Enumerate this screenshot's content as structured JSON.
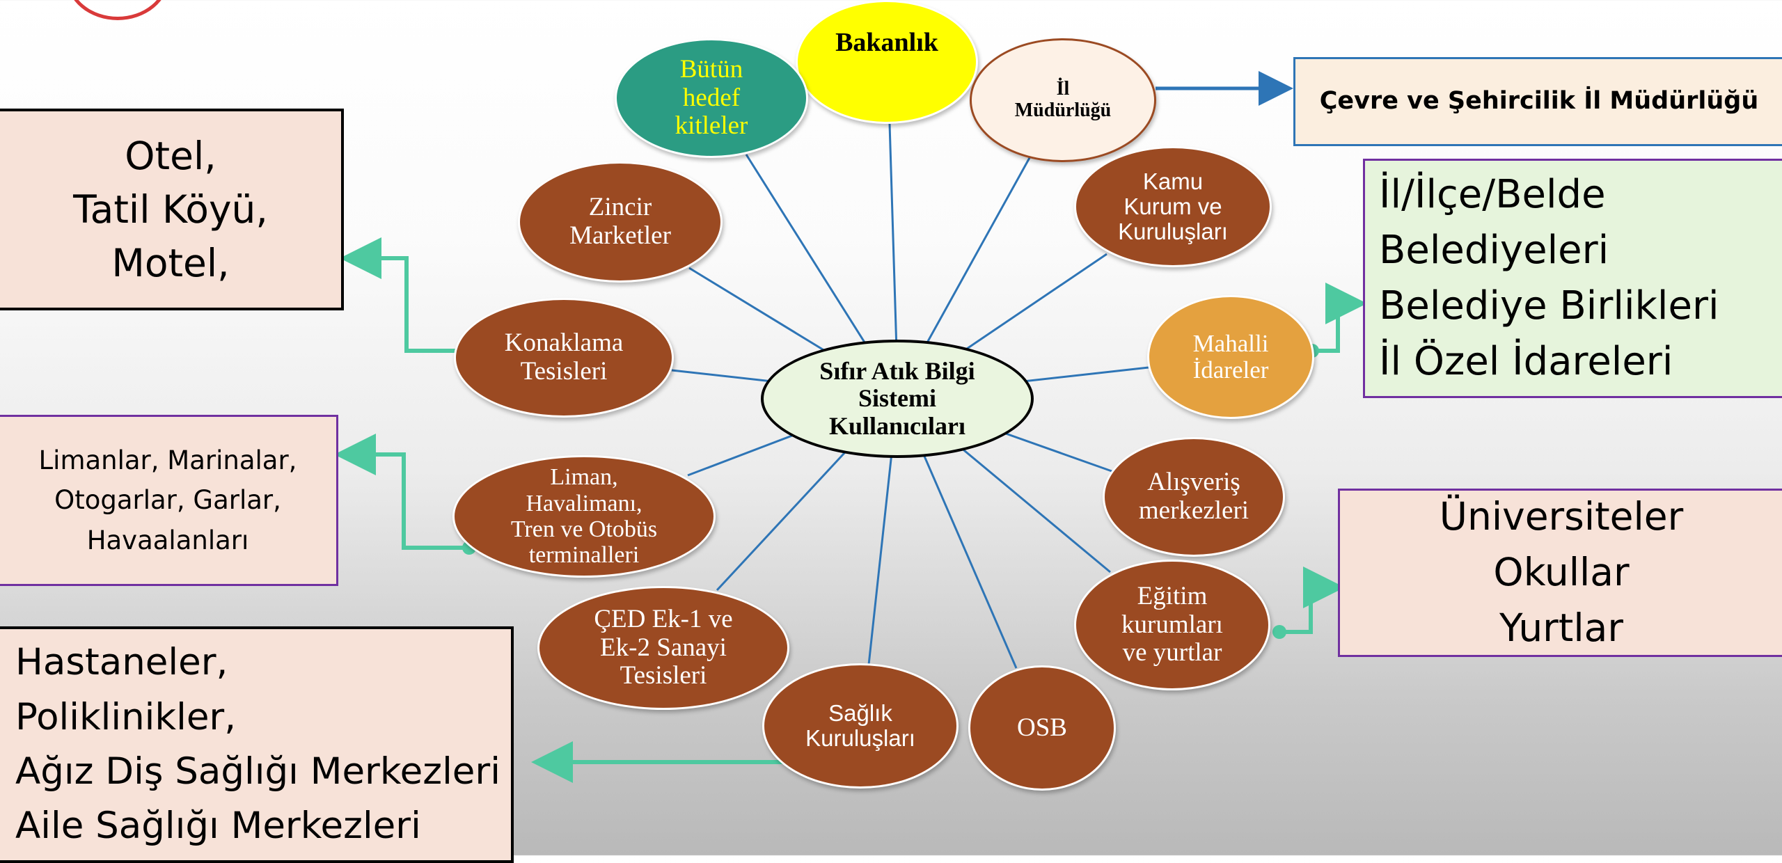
{
  "center": "Sıfır Atık Bilgi\nSistemi\nKullanıcıları",
  "nodes": {
    "bakanlik": "Bakanlık",
    "butun": "Bütün\nhedef\nkitleler",
    "il_mudurlugu": "İl\nMüdürlüğü",
    "zincir": "Zincir\nMarketler",
    "kamu": "Kamu\nKurum ve\nKuruluşları",
    "konaklama": "Konaklama\nTesisleri",
    "mahalli": "Mahalli\nİdareler",
    "liman": "Liman,\nHavalimanı,\nTren ve Otobüs\nterminalleri",
    "alisveris": "Alışveriş\nmerkezleri",
    "egitim": "Eğitim\nkurumları\nve yurtlar",
    "ced": "ÇED Ek-1 ve\nEk-2 Sanayi\nTesisleri",
    "saglik": "Sağlık\nKuruluşları",
    "osb": "OSB"
  },
  "boxes": {
    "otel": "Otel,\nTatil Köyü,\nMotel,",
    "limanlar": "Limanlar, Marinalar,\nOtogarlar, Garlar,\nHavaalanları",
    "hastaneler": "Hastaneler,\nPoliklinikler,\nAğız Diş Sağlığı Merkezleri\nAile Sağlığı Merkezleri",
    "cevre": "Çevre ve Şehircilik İl Müdürlüğü",
    "belediye": "İl/İlçe/Belde\nBelediyeleri\nBelediye Birlikleri\nİl Özel İdareleri",
    "universiteler": "Üniversiteler\nOkullar\nYurtlar"
  },
  "colors": {
    "spoke": "#2e75b6",
    "connector": "#4ec9a0",
    "arrow_blue": "#2e75b6",
    "node_brown": "#9b4a22",
    "node_yellow": "#ffff00",
    "node_teal": "#2b9c83",
    "node_orange": "#e4a13f",
    "center_fill": "#eaf5df"
  }
}
